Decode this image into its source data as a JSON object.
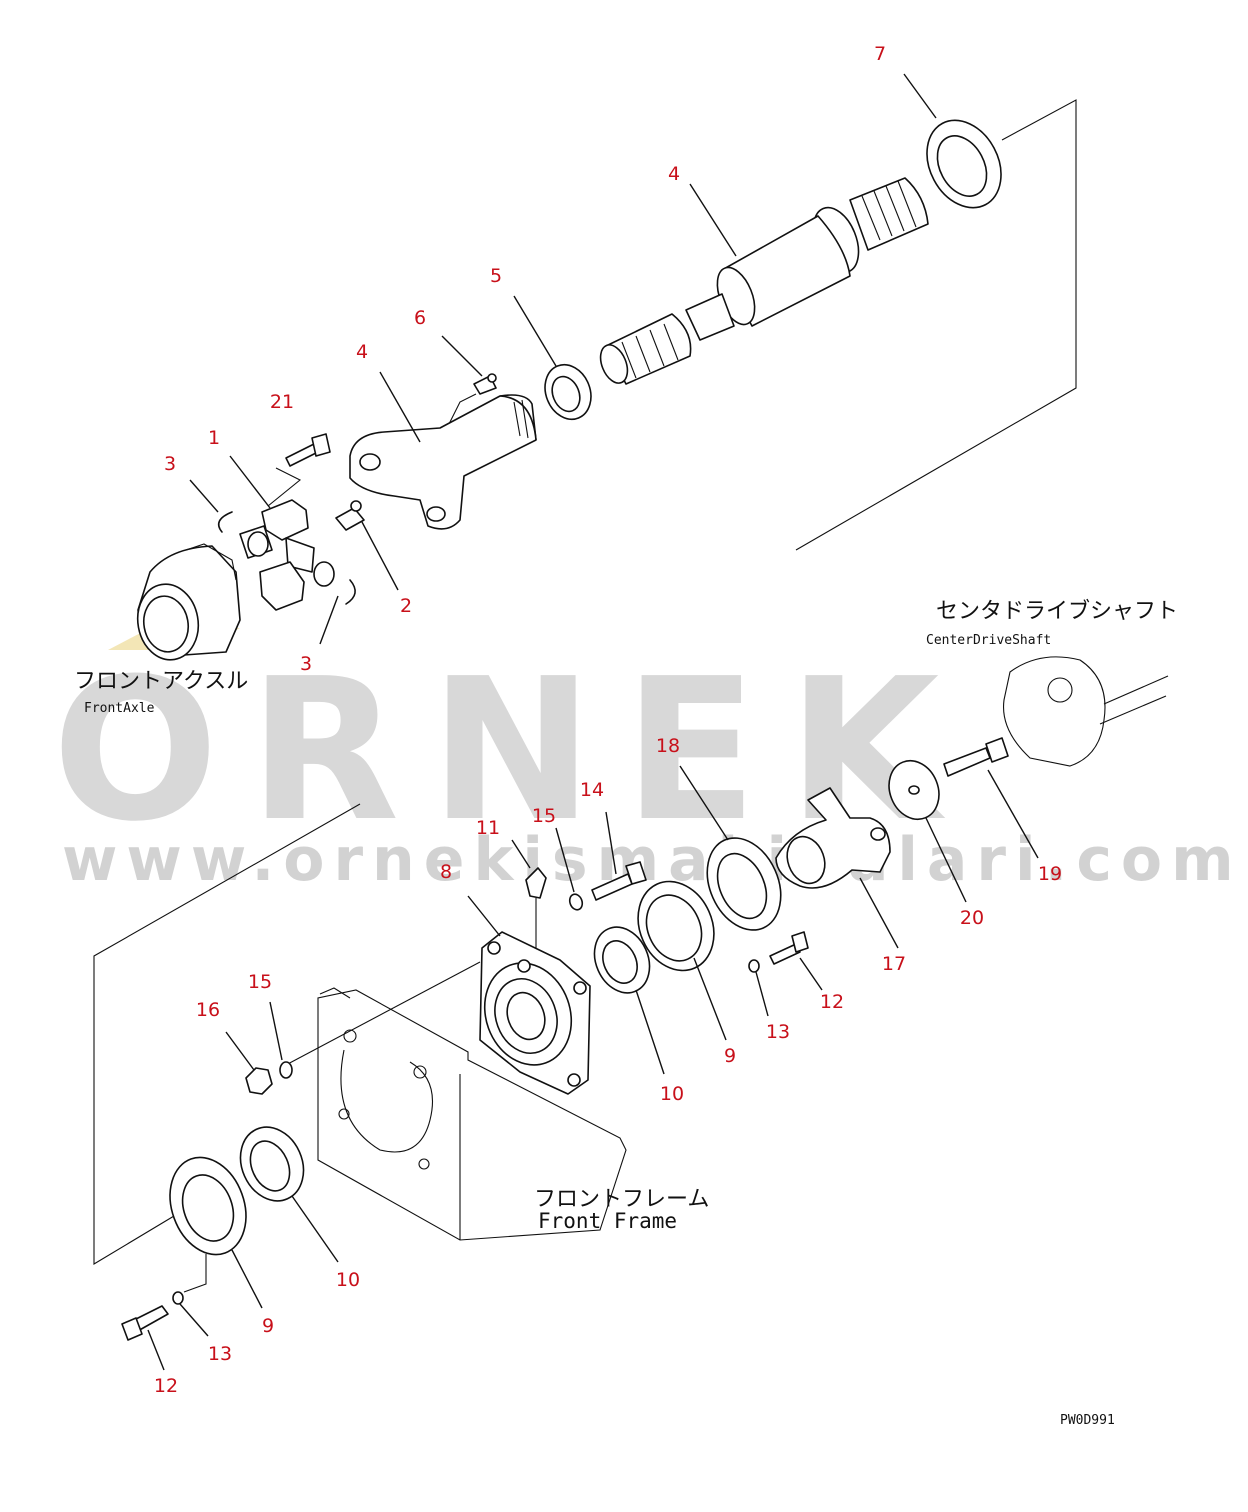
{
  "watermark": {
    "brand": "ORNEK",
    "url": "www.ornekismakinalari.com.tr"
  },
  "captions": {
    "center_drive_shaft_jp": "センタドライブシャフト",
    "center_drive_shaft_en": "CenterDriveShaft",
    "front_axle_jp": "フロントアクスル",
    "front_axle_en": "FrontAxle",
    "front_frame_jp": "フロントフレーム",
    "front_frame_en": "Front Frame",
    "drawing_code": "PW0D991"
  },
  "callouts": [
    {
      "id": "c7",
      "label": "7"
    },
    {
      "id": "c4a",
      "label": "4"
    },
    {
      "id": "c5",
      "label": "5"
    },
    {
      "id": "c6",
      "label": "6"
    },
    {
      "id": "c4b",
      "label": "4"
    },
    {
      "id": "c21",
      "label": "21"
    },
    {
      "id": "c1",
      "label": "1"
    },
    {
      "id": "c3a",
      "label": "3"
    },
    {
      "id": "c2",
      "label": "2"
    },
    {
      "id": "c3b",
      "label": "3"
    },
    {
      "id": "c18",
      "label": "18"
    },
    {
      "id": "c14",
      "label": "14"
    },
    {
      "id": "c15a",
      "label": "15"
    },
    {
      "id": "c11",
      "label": "11"
    },
    {
      "id": "c8",
      "label": "8"
    },
    {
      "id": "c19",
      "label": "19"
    },
    {
      "id": "c20",
      "label": "20"
    },
    {
      "id": "c17",
      "label": "17"
    },
    {
      "id": "c12a",
      "label": "12"
    },
    {
      "id": "c13a",
      "label": "13"
    },
    {
      "id": "c9a",
      "label": "9"
    },
    {
      "id": "c10a",
      "label": "10"
    },
    {
      "id": "c15b",
      "label": "15"
    },
    {
      "id": "c16",
      "label": "16"
    },
    {
      "id": "c10b",
      "label": "10"
    },
    {
      "id": "c9b",
      "label": "9"
    },
    {
      "id": "c13b",
      "label": "13"
    },
    {
      "id": "c12b",
      "label": "12"
    }
  ],
  "colors": {
    "callout": "#c8101a",
    "ink": "#111111",
    "watermark": "#d8d8d8"
  }
}
